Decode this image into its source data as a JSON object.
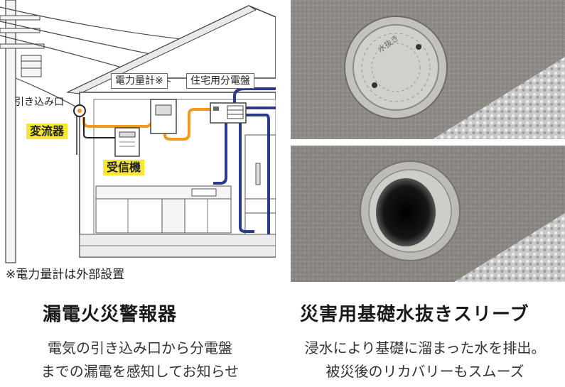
{
  "left": {
    "labels": {
      "pull_in": "引き込み口",
      "meter": "電力量計※",
      "panel": "住宅用分電盤",
      "ct": "変流器",
      "receiver": "受信機"
    },
    "note": "※電力量計は外部設置",
    "title": "漏電火災警報器",
    "desc_line1": "電気の引き込み口から分電盤",
    "desc_line2": "までの漏電を感知してお知らせ"
  },
  "right": {
    "title": "災害用基礎水抜きスリーブ",
    "desc_line1": "浸水により基礎に溜まった水を排出。",
    "desc_line2": "被災後のリカバリーもスムーズ",
    "cover_text": "水抜き"
  },
  "colors": {
    "wire_orange": "#f39a1e",
    "wire_blue": "#2b3a8c",
    "label_yellow": "#f7e633",
    "concrete": "#8e8b86"
  }
}
